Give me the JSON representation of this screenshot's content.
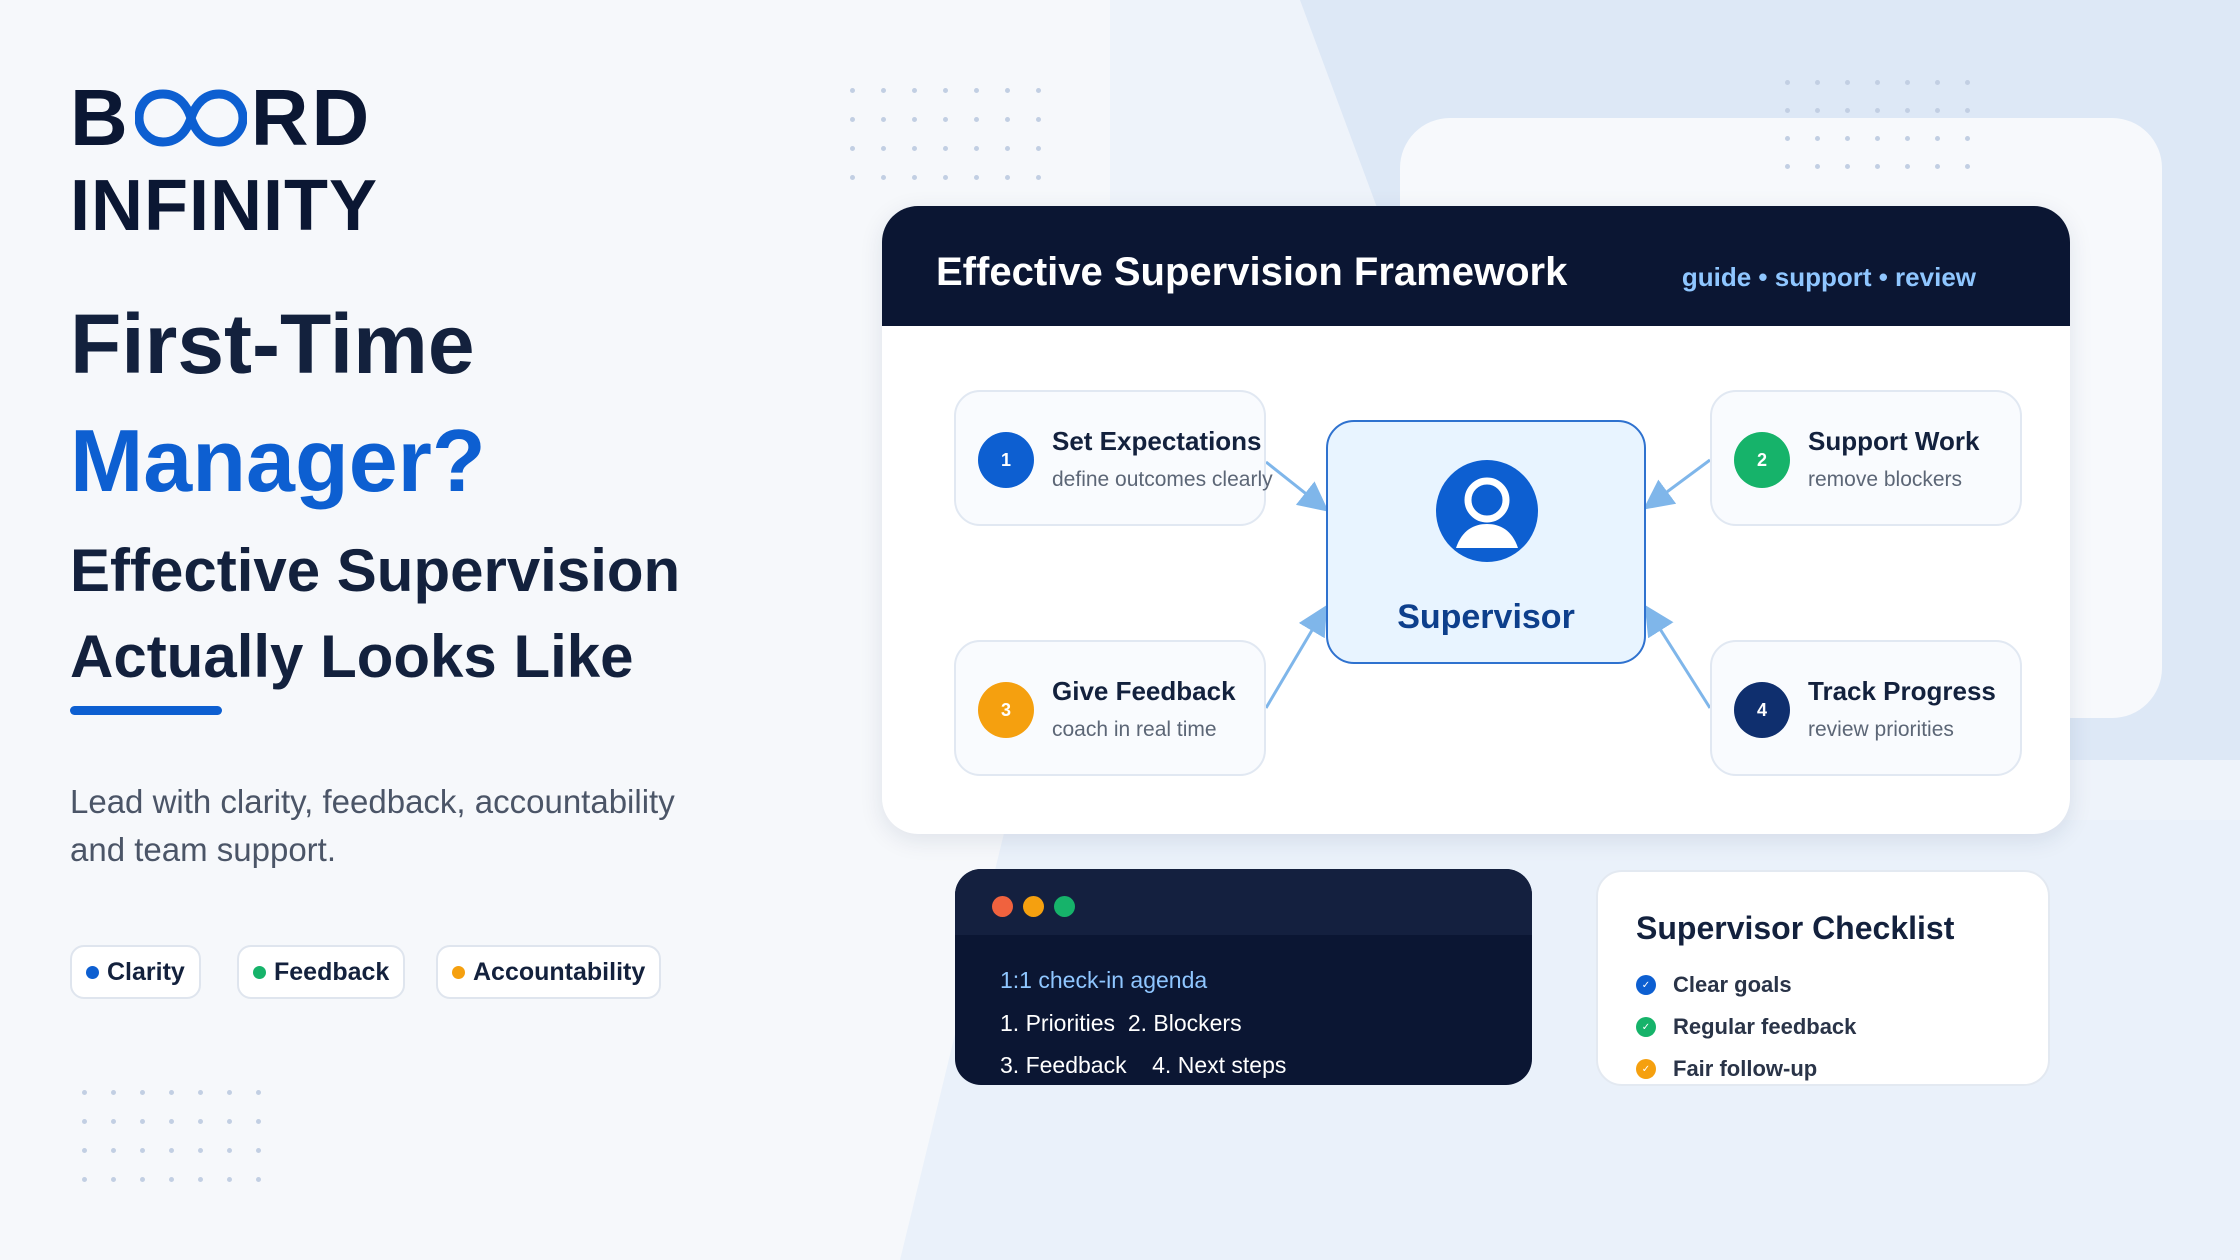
{
  "brand": {
    "line1_left": "B",
    "line1_right": "RD",
    "line2": "INFINITY"
  },
  "headline": {
    "line1": "First-Time",
    "line2": "Manager?",
    "sub_line1": "Effective Supervision",
    "sub_line2": "Actually Looks Like"
  },
  "lead_text": "Lead with clarity, feedback, accountability and team support.",
  "pills": [
    {
      "label": "Clarity",
      "color": "#0d5fd1"
    },
    {
      "label": "Feedback",
      "color": "#16b36a"
    },
    {
      "label": "Accountability",
      "color": "#f5a00f"
    }
  ],
  "framework": {
    "title": "Effective Supervision Framework",
    "tagline": "guide • support • review",
    "center_label": "Supervisor",
    "steps": [
      {
        "num": "1",
        "title": "Set Expectations",
        "subtitle": "define outcomes clearly",
        "color": "#0d5fd1"
      },
      {
        "num": "2",
        "title": "Support Work",
        "subtitle": "remove blockers",
        "color": "#16b36a"
      },
      {
        "num": "3",
        "title": "Give Feedback",
        "subtitle": "coach in real time",
        "color": "#f5a00f"
      },
      {
        "num": "4",
        "title": "Track Progress",
        "subtitle": "review priorities",
        "color": "#0f2f6e"
      }
    ]
  },
  "agenda": {
    "window_dots": [
      "#f0623e",
      "#f5a00f",
      "#16b36a"
    ],
    "heading": "1:1 check-in agenda",
    "line2": "1. Priorities  2. Blockers",
    "line3": "3. Feedback    4. Next steps"
  },
  "checklist": {
    "title": "Supervisor Checklist",
    "items": [
      {
        "label": "Clear goals",
        "color": "#0d5fd1"
      },
      {
        "label": "Regular feedback",
        "color": "#16b36a"
      },
      {
        "label": "Fair follow-up",
        "color": "#f5a00f"
      }
    ]
  }
}
